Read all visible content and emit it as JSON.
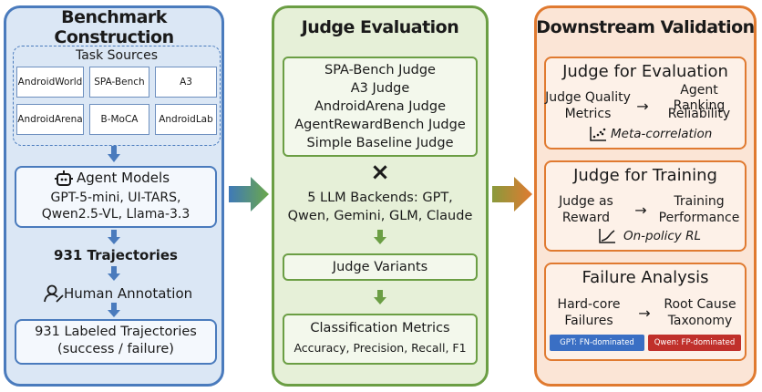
{
  "col1": {
    "title": "Benchmark Construction",
    "task_sources_title": "Task Sources",
    "sources": [
      "AndroidWorld",
      "SPA-Bench",
      "A3",
      "AndroidArena",
      "B-MoCA",
      "AndroidLab"
    ],
    "agent_models_title": "Agent Models",
    "agent_models_line1": "GPT-5-mini, UI-TARS,",
    "agent_models_line2": "Qwen2.5-VL, Llama-3.3",
    "trajectories": "931 Trajectories",
    "human_annotation": "Human Annotation",
    "labeled_line1": "931 Labeled Trajectories",
    "labeled_line2": "(success / failure)"
  },
  "col2": {
    "title": "Judge Evaluation",
    "judges": [
      "SPA-Bench Judge",
      "A3 Judge",
      "AndroidArena Judge",
      "AgentRewardBench Judge",
      "Simple Baseline Judge"
    ],
    "times": "×",
    "backends_line1": "5 LLM Backends: GPT,",
    "backends_line2": "Qwen, Gemini, GLM, Claude",
    "judge_variants": "Judge Variants",
    "metrics_title": "Classification Metrics",
    "metrics_list": "Accuracy, Precision, Recall, F1"
  },
  "col3": {
    "title": "Downstream Validation",
    "eval": {
      "title": "Judge for Evaluation",
      "left_line1": "Judge Quality",
      "left_line2": "Metrics",
      "right_line1": "Agent Ranking",
      "right_line2": "Reliability",
      "note": "Meta-correlation"
    },
    "train": {
      "title": "Judge for Training",
      "left_line1": "Judge as",
      "left_line2": "Reward",
      "right_line1": "Training",
      "right_line2": "Performance",
      "note": "On-policy RL"
    },
    "failure": {
      "title": "Failure Analysis",
      "left_line1": "Hard-core",
      "left_line2": "Failures",
      "right_line1": "Root Cause",
      "right_line2": "Taxonomy",
      "badge_gpt": "GPT: FN-dominated",
      "badge_qwen": "Qwen: FP-dominated"
    },
    "arrow": "→"
  },
  "colors": {
    "blue": "#4a7bbd",
    "green": "#6b9e44",
    "orange": "#e07a30",
    "badge_gpt": "#3a6fc4",
    "badge_qwen": "#c0302b"
  }
}
